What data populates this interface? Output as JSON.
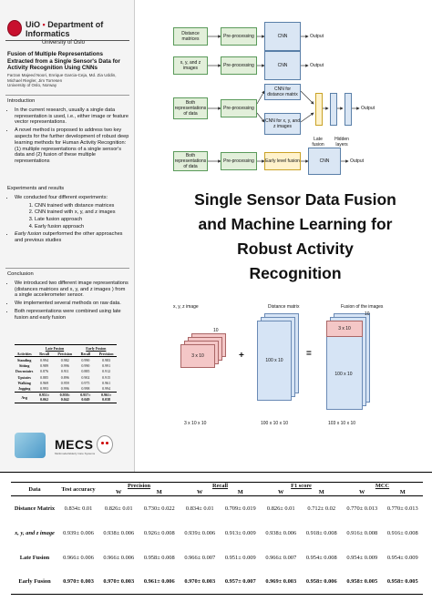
{
  "header": {
    "logo_text": "UiO",
    "dept": "Department of Informatics",
    "univ": "University of Oslo"
  },
  "paper": {
    "title": "Fusion of Multiple Representations Extracted from a Single Sensor's Data for Activity Recognition Using CNNs",
    "authors": "Farzan Majeed Noori, Enrique Garcia-Ceja, Md. Zia Uddin, Michael Riegler, Jim Torresen",
    "affiliation": "University of Oslo, Norway"
  },
  "intro": {
    "heading": "Introduction",
    "items": [
      "In the current research, usually a single data representation is used, i.e., either image or feature vector representations.",
      "A novel method is proposed to address two key aspects for the further development of robust deep learning methods for Human Activity Recognition: (1) multiple representations of a single sensor's data and (2) fusion of these multiple representations"
    ]
  },
  "experiments": {
    "heading": "Experiments and results",
    "lead": "We conducted four different experiments:",
    "steps": [
      "CNN trained with distance matrices",
      "CNN trained with x, y, and z images",
      "Late fusion approach",
      "Early fusion approach"
    ],
    "note_em": "Early fusion",
    "note_rest": " outperformed the other approaches and previous studies"
  },
  "conclusion": {
    "heading": "Conclusion",
    "items": [
      "We introduced two different image representations (distances matrices and x, y, and z images ) from a single accelerometer sensor.",
      "We implemented several methods on raw data.",
      "Both representations were combined using late fusion and early fusion"
    ]
  },
  "small_table": {
    "groups": [
      "Late Fusion",
      "Early Fusion"
    ],
    "headers": [
      "Activities",
      "Recall",
      "Precision",
      "Recall",
      "Precision"
    ],
    "rows": [
      [
        "Standing",
        "0.994",
        "0.982",
        "0.990",
        "0.983"
      ],
      [
        "Sitting",
        "0.989",
        "0.996",
        "0.990",
        "0.991"
      ],
      [
        "Downstairs",
        "0.876",
        "0.911",
        "0.885",
        "0.912"
      ],
      [
        "Upstairs",
        "0.885",
        "0.896",
        "0.902",
        "0.915"
      ],
      [
        "Walking",
        "0.969",
        "0.959",
        "0.975",
        "0.961"
      ],
      [
        "Jogging",
        "0.993",
        "0.996",
        "0.998",
        "0.994"
      ],
      [
        "Avg",
        "0.951± 0.062",
        "0.958± 0.042",
        "0.957± 0.049",
        "0.961± 0.038"
      ]
    ]
  },
  "logo": {
    "name": "MECS",
    "sub": "Multimodal Elderly Care Systems"
  },
  "pipeline": {
    "rows": [
      {
        "input": "Distance matrices",
        "pre": "Pre-processing",
        "model": "CNN",
        "out": "Output"
      },
      {
        "input": "x, y, and z images",
        "pre": "Pre-processing",
        "model": "CNN",
        "out": "Output"
      },
      {
        "input": "Both representations of data",
        "pre": "Pre-processing",
        "model_a": "CNN for distance matrix",
        "model_b": "CNN for x, y, and z images",
        "late": "Late fusion",
        "hidden": "Hidden layers",
        "out": "Output"
      },
      {
        "input": "Both representations of data",
        "pre": "Pre-processing",
        "early": "Early level fusion",
        "model": "CNN",
        "out": "Output"
      }
    ]
  },
  "main_title": {
    "lines": [
      "Single Sensor Data Fusion",
      "and Machine Learning for",
      "Robust Activity",
      "Recognition"
    ]
  },
  "fusion_figure": {
    "label_a": "x, y, z image",
    "label_b": "Distance matrix",
    "label_c": "Fusion of the images",
    "dim_a": "3 x 10",
    "dim_b": "100 x 10",
    "dim_c1": "3 x 10",
    "dim_c2": "100 x 10",
    "ten_a": "10",
    "ten_c": "10",
    "bottom_a": "3 x 10 x 10",
    "bottom_b": "100 x 10 x 10",
    "bottom_c": "103 x 10 x 10",
    "plus": "+",
    "equals": "="
  },
  "big_table": {
    "col_data": "Data",
    "col_acc": "Test accuracy",
    "groups": [
      "Precision",
      "Recall",
      "F1 score",
      "MCC"
    ],
    "sub": [
      "W",
      "M"
    ],
    "rows": [
      {
        "name": "Distance Matrix",
        "acc": "0.834± 0.01",
        "vals": [
          "0.826± 0.01",
          "0.730± 0.022",
          "0.834± 0.01",
          "0.709± 0.019",
          "0.826± 0.01",
          "0.712± 0.02",
          "0.770± 0.013",
          "0.770± 0.013"
        ]
      },
      {
        "name": "x, y, and z image",
        "acc": "0.939± 0.006",
        "vals": [
          "0.938± 0.006",
          "0.926± 0.008",
          "0.939± 0.006",
          "0.913± 0.009",
          "0.938± 0.006",
          "0.918± 0.008",
          "0.916± 0.008",
          "0.916± 0.008"
        ]
      },
      {
        "name": "Late Fusion",
        "acc": "0.966± 0.006",
        "vals": [
          "0.966± 0.006",
          "0.958± 0.008",
          "0.966± 0.007",
          "0.951± 0.009",
          "0.966± 0.007",
          "0.954± 0.008",
          "0.954± 0.009",
          "0.954± 0.009"
        ]
      },
      {
        "name": "Early Fusion",
        "acc": "0.970± 0.003",
        "vals": [
          "0.970± 0.003",
          "0.961± 0.006",
          "0.970± 0.003",
          "0.957± 0.007",
          "0.969± 0.003",
          "0.958± 0.006",
          "0.958± 0.005",
          "0.958± 0.005"
        ]
      }
    ]
  },
  "colors": {
    "green_box": "#e2efda",
    "blue_box": "#dae6f4",
    "yellow_box": "#fff2cc",
    "pink": "#f4c7c7",
    "light_blue": "#d6e4f5",
    "uio_red": "#c8102e"
  }
}
